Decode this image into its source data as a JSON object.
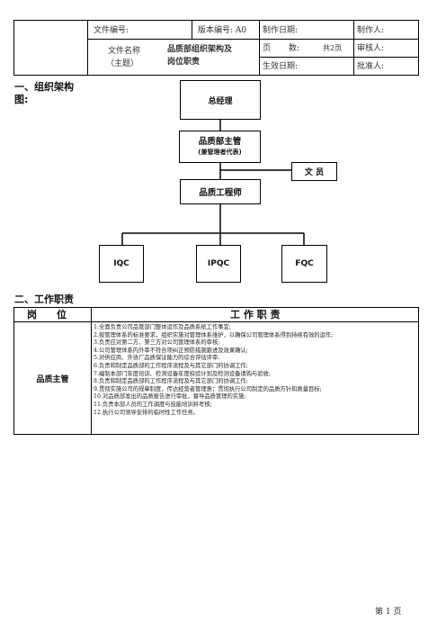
{
  "header": {
    "doc_no_label": "文件编号:",
    "version_label": "版本编号: A0",
    "created_date_label": "制作日期:",
    "author_label": "制作人:",
    "file_name_label": "文件名称",
    "topic_label": "（主题）",
    "title_line1": "品质部组织架构及",
    "title_line2": "岗位职责",
    "pages_label": "页",
    "pages_count_label": "数:",
    "pages_total": "共2页",
    "reviewer_label": "审核人:",
    "effective_date_label": "生效日期:",
    "approver_label": "批准人:"
  },
  "section1": {
    "title_line1": "一、组织架构",
    "title_line2": "图:"
  },
  "org": {
    "general_manager": "总经理",
    "qa_supervisor_line1": "品质部主管",
    "qa_supervisor_line2": "(兼管理者代表)",
    "clerk": "文 员",
    "qe": "品质工程师",
    "iqc": "IQC",
    "ipqc": "IPQC",
    "fqc": "FQC"
  },
  "section2": {
    "title": "二、工作职责"
  },
  "duties_table": {
    "col_position": "岗　　位",
    "col_duties": "工 作 职 责",
    "position": "品质主管",
    "items": [
      "1.全面负责公司品管部门整体运作及品质系统工作事宜;",
      "2.按管理体系的标准要求，组织实施对管理体系维护，以确保公司管理体系得到持续有效的运作;",
      "3.负责应对第二方、第三方对公司管理体系的审核;",
      "4.公司管理体系内外审不符合项纠正预防措施跟进及效果确认;",
      "5.对供应商、外协厂品质保证能力的综合评估评审.",
      "6.负责和制定品质部的工作程序流程及与其它部门的协调工作;",
      "7.编制本部门年度培训、检测设备年度校验计划及检测设备请购与验收;",
      "8.负责和制定品质部的工作程序流程及与其它部门的协调工作;",
      "9.贯彻实施公司的规章制度，传达经营者管理意；贯彻执行公司制定的品质方针和质量目标;",
      "10.对品质部发出的品质报告进行审批，督导品质管理的实施;",
      "11.负责本部人员的工作调度与技能培训并考核;",
      "12.执行公司领导安排的临时性工作任务。"
    ]
  },
  "footer": {
    "page": "第 1 页"
  }
}
